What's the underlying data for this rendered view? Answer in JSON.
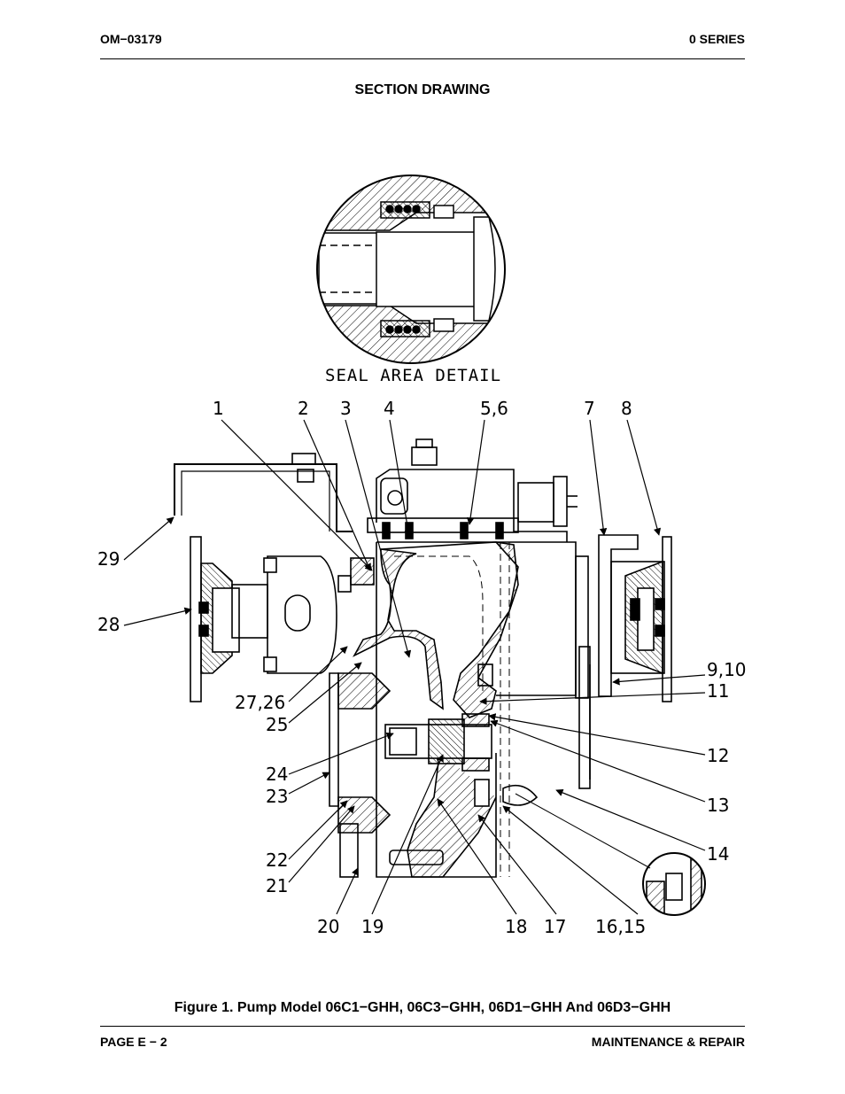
{
  "header": {
    "doc_number": "OM−03179",
    "series": "0 SERIES"
  },
  "section_title": "SECTION DRAWING",
  "seal_detail_label": "SEAL AREA DETAIL",
  "callouts": {
    "c1": "1",
    "c2": "2",
    "c3": "3",
    "c4": "4",
    "c5": "5,6",
    "c7": "7",
    "c8": "8",
    "c9": "9,10",
    "c11": "11",
    "c12": "12",
    "c13": "13",
    "c14": "14",
    "c16": "16,15",
    "c17": "17",
    "c18": "18",
    "c19": "19",
    "c20": "20",
    "c21": "21",
    "c22": "22",
    "c23": "23",
    "c24": "24",
    "c25": "25",
    "c27": "27,26",
    "c28": "28",
    "c29": "29"
  },
  "figure_caption": "Figure 1. Pump Model 06C1−GHH, 06C3−GHH, 06D1−GHH And 06D3−GHH",
  "footer": {
    "page": "PAGE E − 2",
    "section": "MAINTENANCE & REPAIR"
  }
}
